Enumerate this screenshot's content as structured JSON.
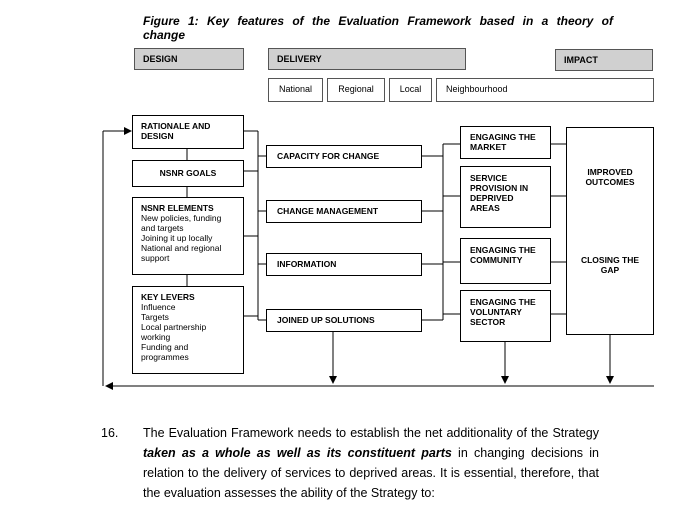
{
  "caption": "Figure 1: Key features of the Evaluation Framework based in a theory of change",
  "headers": {
    "design": "DESIGN",
    "delivery": "DELIVERY",
    "impact": "IMPACT"
  },
  "delivery_levels": [
    "National",
    "Regional",
    "Local",
    "Neighbourhood"
  ],
  "design_boxes": {
    "rationale": "RATIONALE AND DESIGN",
    "goals": "NSNR GOALS",
    "elements_title": "NSNR ELEMENTS",
    "elements_items": [
      "New policies, funding and targets",
      "Joining it up locally",
      "National and regional support"
    ],
    "levers_title": "KEY LEVERS",
    "levers_items": [
      "Influence",
      "Targets",
      "Local partnership working",
      "Funding and programmes"
    ]
  },
  "delivery_boxes": [
    "CAPACITY FOR CHANGE",
    "CHANGE MANAGEMENT",
    "INFORMATION",
    "JOINED UP SOLUTIONS"
  ],
  "outcome_boxes": [
    "ENGAGING THE MARKET",
    "SERVICE PROVISION IN DEPRIVED AREAS",
    "ENGAGING THE COMMUNITY",
    "ENGAGING THE VOLUNTARY SECTOR"
  ],
  "impact_texts": [
    "IMPROVED OUTCOMES",
    "CLOSING THE GAP"
  ],
  "paragraph": {
    "number": "16.",
    "text_before": "The Evaluation Framework needs to establish the net additionality of the Strategy ",
    "text_emph": "taken as a whole as well as its constituent parts",
    "text_after": " in changing decisions in relation to the delivery of services to deprived areas.  It is essential, therefore, that the evaluation assesses the ability of the Strategy to:"
  }
}
